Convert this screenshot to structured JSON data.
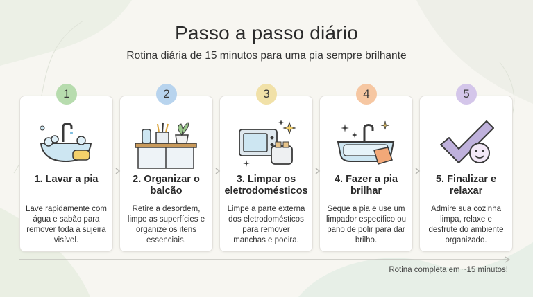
{
  "header": {
    "title": "Passo a passo diário",
    "subtitle": "Rotina diária de 15 minutos para uma pia sempre brilhante"
  },
  "steps": [
    {
      "number": "1",
      "title": "1. Lavar a pia",
      "description": "Lave rapidamente com água e sabão para remover toda a sujeira visível.",
      "icon": "sink-wash-icon",
      "color": "#b7dcae"
    },
    {
      "number": "2",
      "title": "2. Organizar o balcão",
      "description": "Retire a desordem, limpe as superfícies e organize os itens essenciais.",
      "icon": "countertop-icon",
      "color": "#b8d4ee"
    },
    {
      "number": "3",
      "title": "3. Limpar os eletrodomésticos",
      "description": "Limpe a parte externa dos eletrodomésticos para remover manchas e poeira.",
      "icon": "appliances-icon",
      "color": "#f1e1a8"
    },
    {
      "number": "4",
      "title": "4. Fazer a pia brilhar",
      "description": "Seque a pia e use um limpador específico ou pano de polir para dar brilho.",
      "icon": "shiny-sink-icon",
      "color": "#f6c7a2"
    },
    {
      "number": "5",
      "title": "5. Finalizar e relaxar",
      "description": "Admire sua cozinha limpa, relaxe e desfrute do ambiente organizado.",
      "icon": "checkmark-smile-icon",
      "color": "#d4c6ea"
    }
  ],
  "footer": {
    "note": "Rotina completa em ~15 minutos!"
  }
}
